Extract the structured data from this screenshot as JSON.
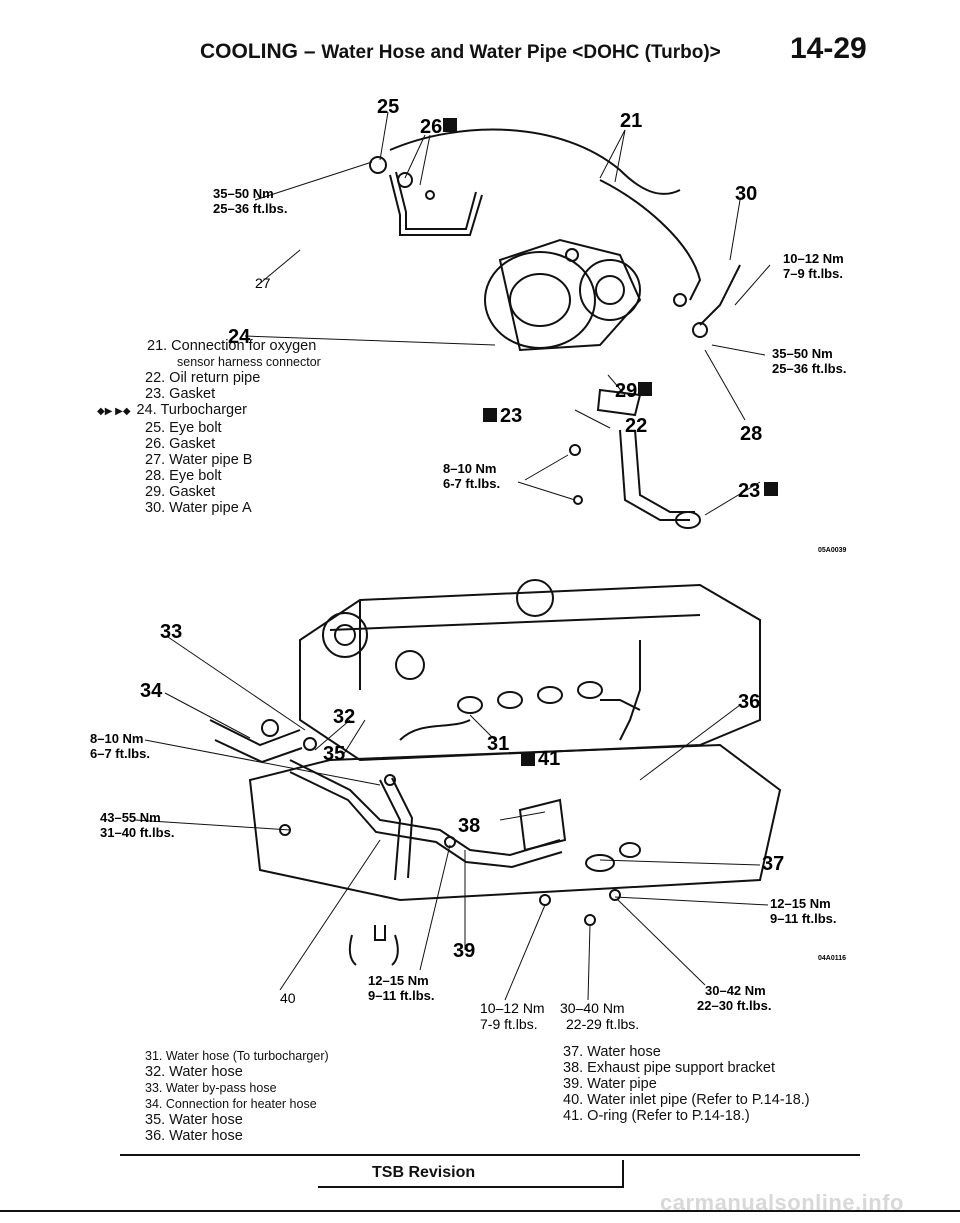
{
  "header": {
    "section": "COOLING",
    "dash": "–",
    "subtitle": "Water Hose and Water Pipe <DOHC (Turbo)>",
    "page_number": "14-29"
  },
  "figure_top": {
    "code": "05A0039",
    "callouts": [
      "25",
      "26",
      "21",
      "30",
      "27",
      "24",
      "29",
      "23",
      "22",
      "28",
      "23"
    ],
    "torques": [
      {
        "nm": "35–50 Nm",
        "ftlbs": "25–36 ft.lbs."
      },
      {
        "nm": "10–12 Nm",
        "ftlbs": "7–9 ft.lbs."
      },
      {
        "nm": "35–50 Nm",
        "ftlbs": "25–36 ft.lbs."
      },
      {
        "nm": "8–10 Nm",
        "ftlbs": "6-7 ft.lbs."
      }
    ],
    "legend": [
      {
        "text": "21. Connection for oxygen"
      },
      {
        "text": "sensor harness connector",
        "small": true
      },
      {
        "text": "22. Oil return pipe"
      },
      {
        "text": "23. Gasket"
      },
      {
        "text": "24. Turbocharger",
        "prefix": "◆▶ ▶◆"
      },
      {
        "text": "25. Eye bolt"
      },
      {
        "text": "26. Gasket"
      },
      {
        "text": "27. Water pipe B"
      },
      {
        "text": "28. Eye bolt"
      },
      {
        "text": "29. Gasket"
      },
      {
        "text": "30. Water pipe A"
      }
    ]
  },
  "figure_bottom": {
    "code": "04A0116",
    "callouts": [
      "33",
      "34",
      "32",
      "35",
      "31",
      "41",
      "36",
      "38",
      "37",
      "39",
      "40"
    ],
    "torques": [
      {
        "nm": "8–10 Nm",
        "ftlbs": "6–7 ft.lbs."
      },
      {
        "nm": "43–55 Nm",
        "ftlbs": "31–40 ft.lbs."
      },
      {
        "nm": "12–15 Nm",
        "ftlbs": "9–11 ft.lbs."
      },
      {
        "nm": "12–15 Nm",
        "ftlbs": "9–11 ft.lbs."
      },
      {
        "nm": "10–12 Nm",
        "ftlbs": "7-9 ft.lbs."
      },
      {
        "nm": "30–40 Nm",
        "ftlbs": "22-29 ft.lbs."
      },
      {
        "nm": "30–42 Nm",
        "ftlbs": "22–30 ft.lbs."
      }
    ],
    "legend_left": [
      "31. Water hose (To turbocharger)",
      "32. Water hose",
      "33. Water by-pass hose",
      "34. Connection for heater hose",
      "35. Water hose",
      "36. Water hose"
    ],
    "legend_right": [
      "37. Water hose",
      "38. Exhaust pipe support bracket",
      "39. Water pipe",
      "40. Water inlet pipe (Refer to P.14-18.)",
      "41. O-ring (Refer to P.14-18.)"
    ]
  },
  "footer": {
    "tsb_label": "TSB Revision",
    "watermark": "carmanualsonline.info"
  },
  "colors": {
    "ink": "#111111",
    "paper": "#ffffff",
    "watermark": "#d8d8d8"
  },
  "icons": [
    "new-part-marker-icon"
  ]
}
